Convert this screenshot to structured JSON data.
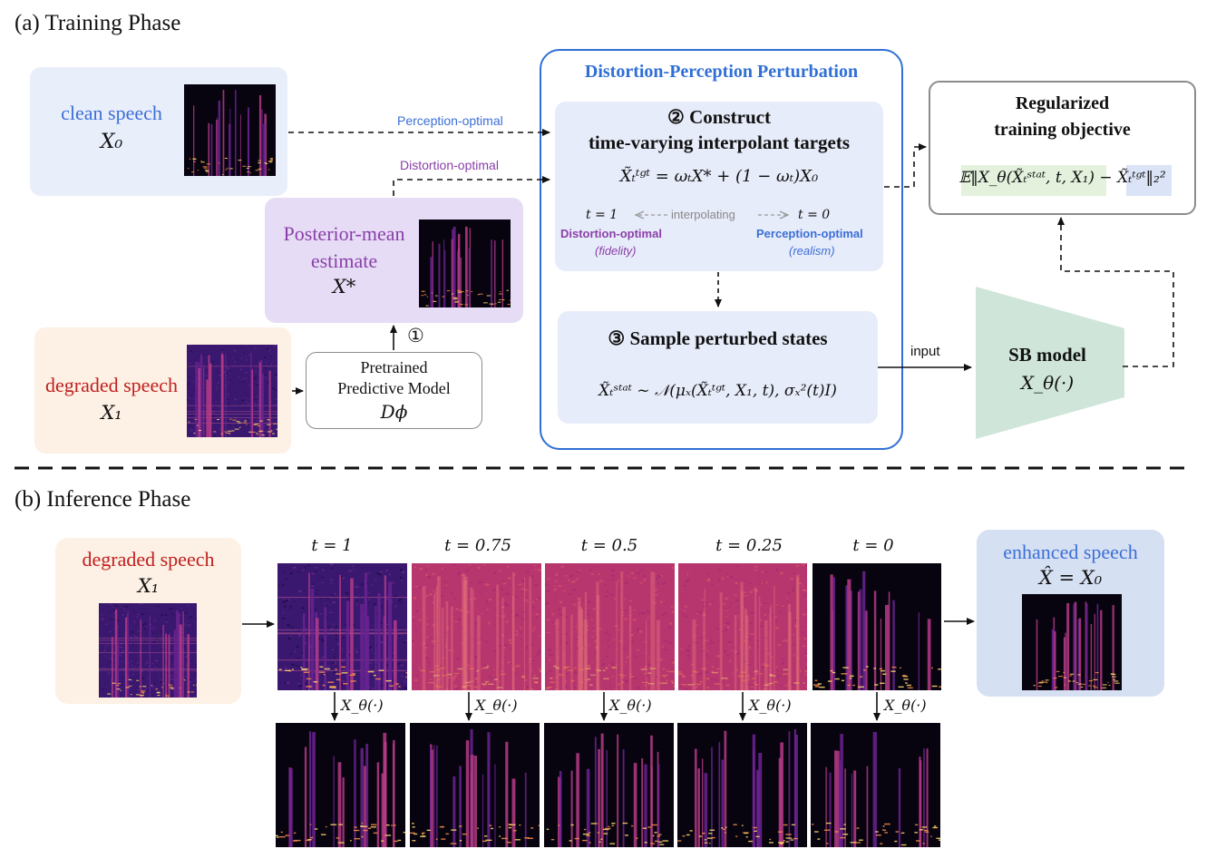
{
  "training": {
    "phase_title": "(a) Training Phase",
    "clean": {
      "label": "clean speech",
      "symbol": "X₀"
    },
    "posterior": {
      "label_line1": "Posterior-mean",
      "label_line2": "estimate",
      "symbol": "X*"
    },
    "degraded": {
      "label": "degraded speech",
      "symbol": "X₁"
    },
    "pretrained": {
      "line1": "Pretrained",
      "line2": "Predictive Model",
      "symbol": "Dϕ"
    },
    "step1_marker": "①",
    "perception_label": "Perception-optimal",
    "distortion_label": "Distortion-optimal",
    "dpp": {
      "title": "Distortion-Perception Perturbation",
      "construct_line1": "② Construct",
      "construct_line2": "time-varying interpolant targets",
      "formula": "X̃ₜᵗᵍᵗ = ωₜX* + (1 − ωₜ)X₀",
      "t1": "t = 1",
      "interpolating": "interpolating",
      "t0": "t = 0",
      "dist_opt": "Distortion-optimal",
      "fidelity": "(fidelity)",
      "perc_opt": "Perception-optimal",
      "realism": "(realism)",
      "sample_title": "③ Sample perturbed states",
      "sample_formula": "X̃ₜˢᵗᵃᵗ ~ 𝒩(μₓ(X̃ₜᵗᵍᵗ, X₁, t), σₓ²(t)I)"
    },
    "objective": {
      "title_line1": "Regularized",
      "title_line2": "training objective",
      "formula": "𝔼‖X_θ(X̃ₜˢᵗᵃᵗ, t, X₁) − X̃ₜᵗᵍᵗ‖₂²"
    },
    "input_label": "input",
    "sb": {
      "title": "SB model",
      "symbol": "X_θ(·)"
    }
  },
  "inference": {
    "phase_title": "(b) Inference Phase",
    "degraded": {
      "label": "degraded speech",
      "symbol": "X₁"
    },
    "steps": [
      {
        "t": "t = 1"
      },
      {
        "t": "t = 0.75"
      },
      {
        "t": "t = 0.5"
      },
      {
        "t": "t = 0.25"
      },
      {
        "t": "t = 0"
      }
    ],
    "model_label": "X_θ(·)",
    "enhanced": {
      "label": "enhanced speech",
      "symbol": "X̂ = X₀"
    }
  },
  "colors": {
    "blue_text": "#3b6fd6",
    "purple_text": "#8a3fa8",
    "red_text": "#c0201f",
    "clean_bg": "#e9eefb",
    "posterior_bg": "#e6dcf6",
    "degraded_bg": "#fdf0e4",
    "dpp_border": "#2f6fd6",
    "inner_bg": "#e7ecfa",
    "sb_fill": "#cfe5d9",
    "enhanced_bg": "#d6e0f3"
  }
}
